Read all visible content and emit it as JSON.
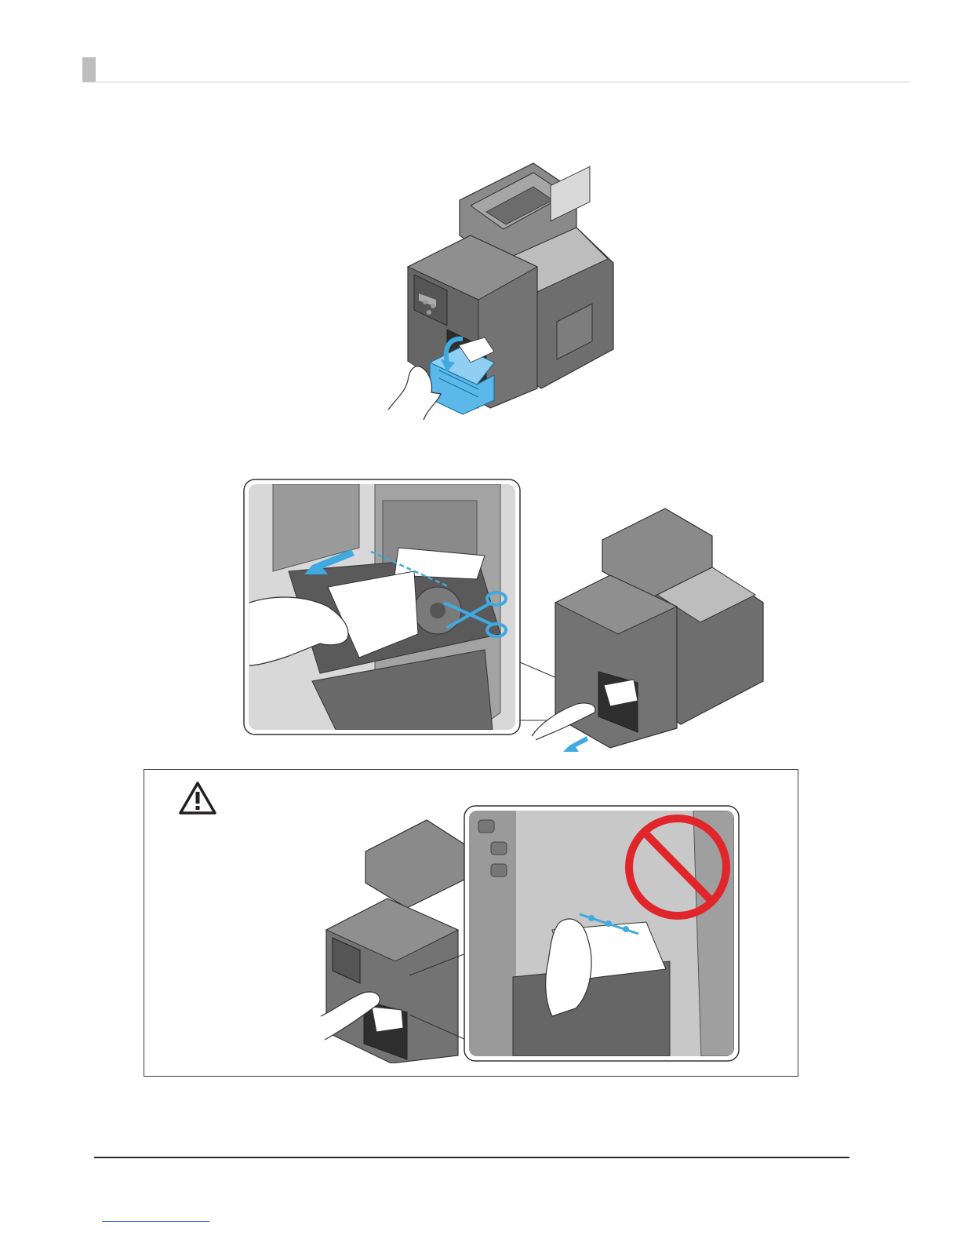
{
  "page": {
    "colors": {
      "accent_blue": "#3fa9e0",
      "prohibit_red": "#e0262b",
      "printer_gray": "#6e6e6e",
      "rule_gray": "#cfcfcf"
    }
  },
  "figures": [
    {
      "icon": "printer-open-unit-illustration"
    },
    {
      "icon": "paper-cut-detail-illustration"
    },
    {
      "icon": "warning-do-not-pull-illustration"
    }
  ],
  "caution": {
    "icon": "warning-triangle-icon"
  },
  "footer": {
    "link_icon": "hyperlink-underline"
  }
}
